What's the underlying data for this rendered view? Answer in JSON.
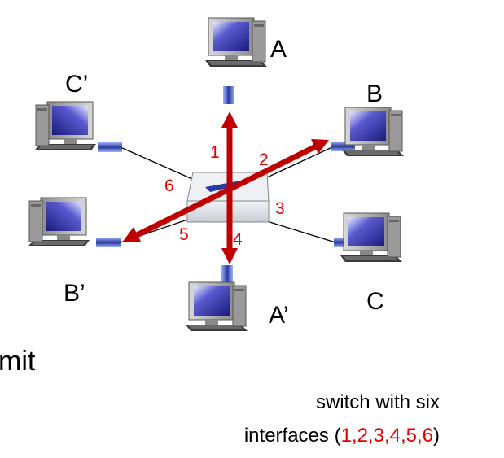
{
  "hosts": {
    "A": "A",
    "B": "B",
    "C": "C",
    "A_prime": "A’",
    "B_prime": "B’",
    "C_prime": "C’"
  },
  "switch_ports": [
    "1",
    "2",
    "3",
    "4",
    "5",
    "6"
  ],
  "caption": {
    "line1": "switch with six",
    "line2_prefix": "interfaces (",
    "line2_ports": "1,2,3,4,5,6",
    "line2_suffix": ")"
  },
  "left_text_fragment": "mit",
  "colors": {
    "arrow": "#c00000",
    "port_label": "#e60000",
    "monitor_screen": "#3a3aa8",
    "link": "#000000",
    "connector": "#2a3a9a"
  }
}
